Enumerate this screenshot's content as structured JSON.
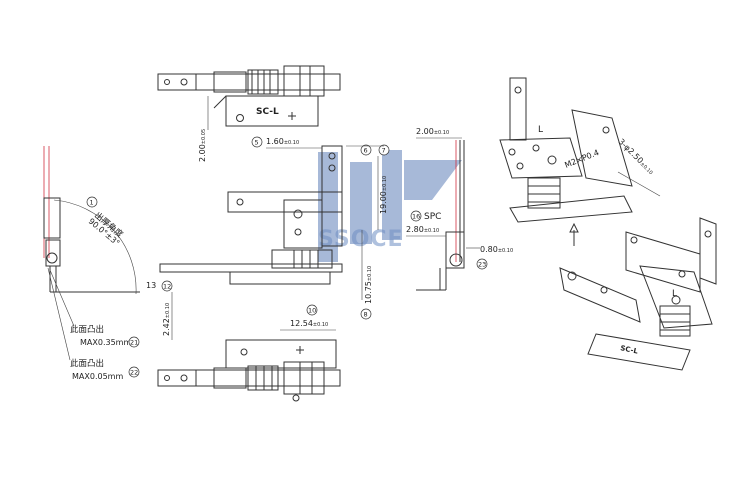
{
  "part_label": "SC-L",
  "dims": {
    "d1": "2.00",
    "d2": "1.60",
    "d3": "19.00",
    "d4": "10.75",
    "d5": "2.42",
    "d6": "12.54",
    "d7": "2.00",
    "d8": "2.80",
    "d9": "0.80",
    "tol": "±0.10",
    "tol05": "±0.05"
  },
  "notes": {
    "spc": "SPC",
    "open_angle": "出厚角度",
    "angle_value": "90.0°±3°",
    "m2": "M2×P0.4",
    "dia": "3-φ2.50",
    "bump1_title": "此面凸出",
    "bump1_value": "MAX0.35mm",
    "bump2_title": "此面凸出",
    "bump2_value": "MAX0.05mm",
    "num13": "13"
  },
  "bubbles": [
    "1",
    "5",
    "6",
    "7",
    "8",
    "10",
    "12",
    "16",
    "21",
    "22",
    "23"
  ],
  "watermark": "SSOCE"
}
